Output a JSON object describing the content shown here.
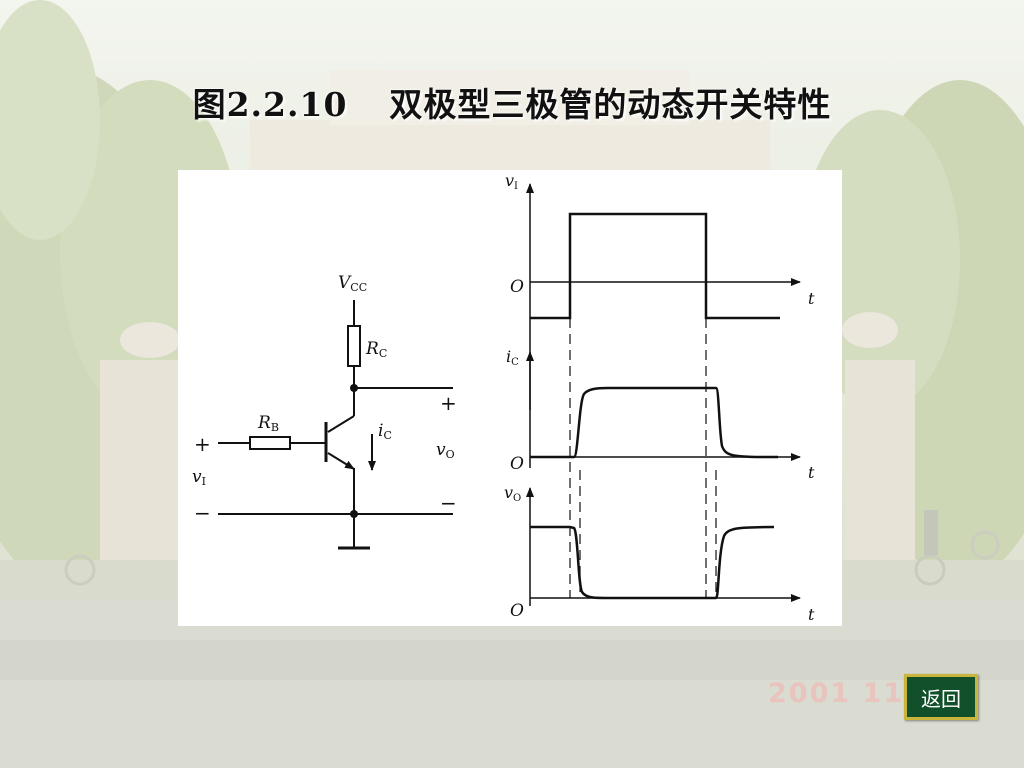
{
  "title": {
    "figure_number": "图2.2.10",
    "caption": "双极型三极管的动态开关特性"
  },
  "circuit": {
    "vcc": {
      "main": "V",
      "sub": "CC"
    },
    "rc": {
      "main": "R",
      "sub": "C"
    },
    "rb": {
      "main": "R",
      "sub": "B"
    },
    "ic": {
      "main": "i",
      "sub": "C"
    },
    "vi": {
      "main": "v",
      "sub": "I"
    },
    "vo": {
      "main": "v",
      "sub": "O"
    },
    "plus": "+",
    "minus": "−"
  },
  "waveforms": {
    "origin": "O",
    "time": "t",
    "panels": [
      {
        "y": {
          "main": "v",
          "sub": "I"
        }
      },
      {
        "y": {
          "main": "i",
          "sub": "C"
        }
      },
      {
        "y": {
          "main": "v",
          "sub": "O"
        }
      }
    ]
  },
  "footer": {
    "date": "2001  11",
    "back_label": "返回"
  }
}
